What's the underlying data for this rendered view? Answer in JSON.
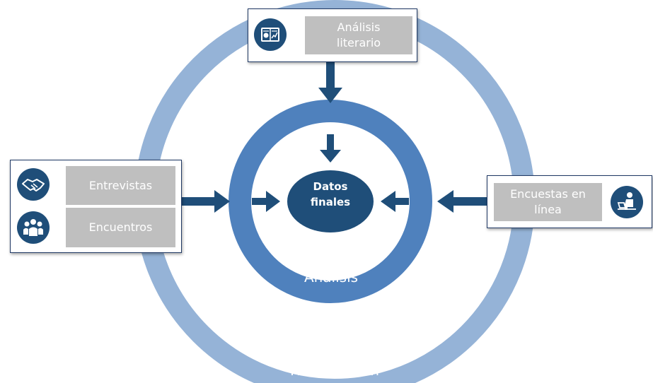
{
  "center": {
    "line1": "Datos",
    "line2": "finales"
  },
  "inner_ring": {
    "label": "Análisis"
  },
  "outer_ring": {
    "label": "Recopilación"
  },
  "sources": {
    "literary": {
      "label_line1": "Análisis",
      "label_line2": "literario",
      "icon": "chart-document-icon"
    },
    "interviews": {
      "label": "Entrevistas",
      "icon": "handshake-icon"
    },
    "meetings": {
      "label": "Encuentros",
      "icon": "group-icon"
    },
    "online_surveys": {
      "label_line1": "Encuestas en",
      "label_line2": "línea",
      "icon": "person-at-laptop-icon"
    }
  },
  "colors": {
    "outer_ring": "#95b3d7",
    "inner_ring": "#4f81bd",
    "center": "#1f4e79",
    "arrow": "#1f4e79",
    "label_box": "#bfbfbf"
  }
}
